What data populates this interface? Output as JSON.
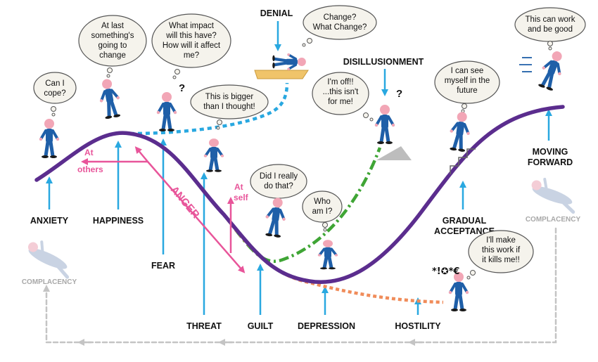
{
  "colors": {
    "main_curve": "#5b2d8e",
    "arrow": "#29a8e0",
    "denial_path": "#29a8e0",
    "disillusionment_path": "#3fa535",
    "hostility_path": "#f08c5a",
    "anger": "#e8559a",
    "figure": "#1f5fa8",
    "skin": "#f2a6b6",
    "complacency": "#a8a8a8"
  },
  "stages": {
    "anxiety": "ANXIETY",
    "happiness": "HAPPINESS",
    "fear": "FEAR",
    "threat": "THREAT",
    "guilt": "GUILT",
    "depression": "DEPRESSION",
    "hostility": "HOSTILITY",
    "gradual_1": "GRADUAL",
    "gradual_2": "ACCEPTANCE",
    "moving_1": "MOVING",
    "moving_2": "FORWARD",
    "denial": "DENIAL",
    "disillusionment": "DISILLUSIONMENT",
    "complacency_left": "COMPLACENCY",
    "complacency_right": "COMPLACENCY"
  },
  "anger": {
    "label": "ANGER",
    "at_others_1": "At",
    "at_others_2": "others",
    "at_self_1": "At",
    "at_self_2": "self"
  },
  "bubbles": {
    "cope": [
      "Can I",
      "cope?"
    ],
    "change": [
      "At last",
      "something's",
      "going to",
      "change"
    ],
    "impact": [
      "What impact",
      "will this have?",
      "How will it affect",
      "me?"
    ],
    "denial": [
      "Change?",
      "What Change?"
    ],
    "bigger": [
      "This is bigger",
      "than I thought!"
    ],
    "off": [
      "I'm off!!",
      "...this isn't",
      "for me!"
    ],
    "future": [
      "I can see",
      "myself in the",
      "future"
    ],
    "work": [
      "This can work",
      "and be good"
    ],
    "did": [
      "Did I really",
      "do that?"
    ],
    "who": [
      "Who",
      "am I?"
    ],
    "kills": [
      "I'll make",
      "this work if",
      "it kills me!!"
    ]
  },
  "marks": {
    "question": "?",
    "curse": "*!✪*€"
  }
}
